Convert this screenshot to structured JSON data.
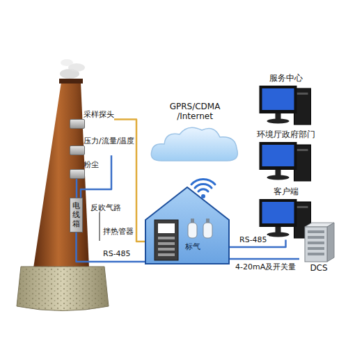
{
  "diagram": {
    "nodes": [
      {
        "text": [
          "采样探头"
        ]
      },
      {
        "text": [
          "压力/流量/温度"
        ]
      },
      {
        "text": [
          "粉尘"
        ]
      },
      {
        "text": [
          "电线箱"
        ]
      },
      {
        "text": [
          "标气"
        ]
      },
      {
        "text": [
          "GPRS/CDMA /Internet"
        ]
      },
      {
        "text": [
          "服务中心"
        ]
      },
      {
        "text": [
          "环境厅政府部门"
        ]
      },
      {
        "text": [
          "客户端"
        ]
      },
      {
        "text": [
          "DCS"
        ]
      }
    ],
    "edges": [
      {
        "from": 0,
        "to": 4,
        "arrow": "none",
        "label": "拌热管器"
      },
      {
        "from": 1,
        "to": 3,
        "arrow": "none"
      },
      {
        "from": 2,
        "to": 3,
        "arrow": "none"
      },
      {
        "from": 3,
        "to": 4,
        "arrow": "none",
        "label": "RS-485"
      },
      {
        "from": 4,
        "to": 8,
        "arrow": "none",
        "label": "RS-485"
      },
      {
        "from": 4,
        "to": 9,
        "arrow": "none",
        "label": "4-20mA及开关量"
      }
    ],
    "labels": [
      "反吹气路"
    ]
  }
}
